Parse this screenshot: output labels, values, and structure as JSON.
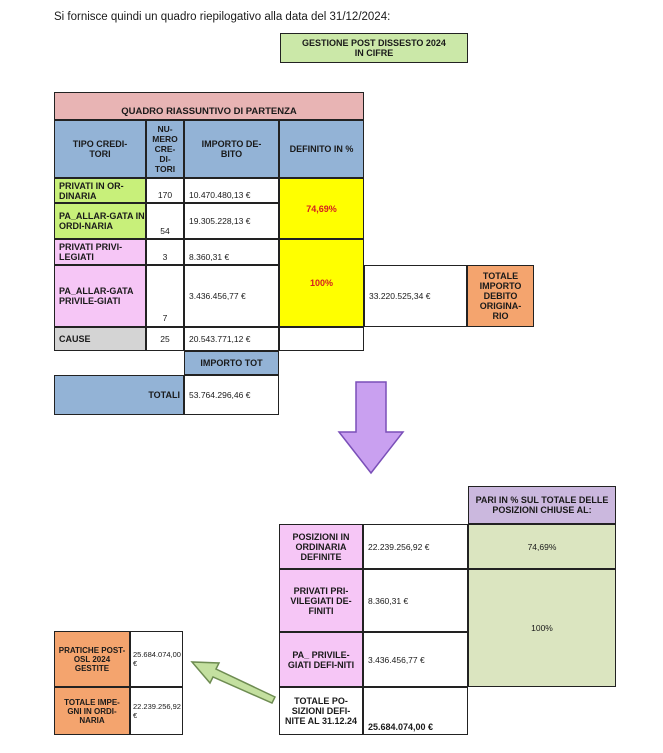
{
  "intro": "Si fornisce quindi un quadro riepilogativo alla data del 31/12/2024:",
  "title_box": {
    "line1": "GESTIONE POST DISSESTO 2024",
    "line2": "IN CIFRE"
  },
  "table1": {
    "title": "QUADRO RIASSUNTIVO DI PARTENZA",
    "headers": {
      "tipo": "TIPO CREDI-TORI",
      "numero": "NU-MERO CRE-DI-TORI",
      "importo": "IMPORTO DE-BITO",
      "definito": "DEFINITO IN %"
    },
    "rows": [
      {
        "tipo": "PRIVATI IN OR-DINARIA",
        "numero": "170",
        "importo": "10.470.480,13 €"
      },
      {
        "tipo": "PA_ALLAR-GATA IN ORDI-NARIA",
        "numero": "54",
        "importo": "19.305.228,13 €"
      },
      {
        "tipo": "PRIVATI PRIVI-LEGIATI",
        "numero": "3",
        "importo": "8.360,31 €"
      },
      {
        "tipo": "PA_ALLAR-GATA PRIVILE-GIATI",
        "numero": "7",
        "importo": "3.436.456,77 €"
      },
      {
        "tipo": "CAUSE",
        "numero": "25",
        "importo": "20.543.771,12 €"
      }
    ],
    "definito_ordinaria": "74,69%",
    "definito_privilegiati": "100%",
    "subtotal": "33.220.525,34 €",
    "totale_importo_label": "TOTALE IMPORTO DEBITO ORIGINA-RIO",
    "importo_tot_label": "IMPORTO TOT",
    "totali_label": "TOTALI",
    "totali_value": "53.764.296,46 €"
  },
  "table2": {
    "header": "PARI IN % SUL TOTALE DELLE POSIZIONI CHIUSE AL:",
    "rows": [
      {
        "label": "POSIZIONI IN ORDINARIA DEFINITE",
        "value": "22.239.256,92 €",
        "pct": "74,69%"
      },
      {
        "label": "PRIVATI PRI-VILEGIATI DE-FINITI",
        "value": "8.360,31 €"
      },
      {
        "label": "PA_ PRIVILE-GIATI DEFI-NITI",
        "value": "3.436.456,77 €"
      }
    ],
    "pct_privilegiati": "100%",
    "total_label": "TOTALE PO-SIZIONI DEFI-NITE AL 31.12.24",
    "total_value": "25.684.074,00 €"
  },
  "table3": {
    "rows": [
      {
        "label": "PRATICHE POST-OSL 2024 GESTITE",
        "value": "25.684.074,00 €"
      },
      {
        "label": "TOTALE IMPE-GNI IN ORDI-NARIA",
        "value": "22.239.256,92 €"
      }
    ]
  },
  "colors": {
    "pink_header": "#e8b4b4",
    "blue": "#93b3d6",
    "green_light": "#cbe8a8",
    "lime": "#c8f07a",
    "yellow": "#ffff00",
    "magenta_light": "#f6c6f6",
    "orange": "#f4a46e",
    "grey": "#d4d4d4",
    "lavender": "#cbb8de",
    "sage": "#dbe5c0",
    "arrow_purple": "#c9a0f0",
    "arrow_green": "#c4e0a0"
  }
}
